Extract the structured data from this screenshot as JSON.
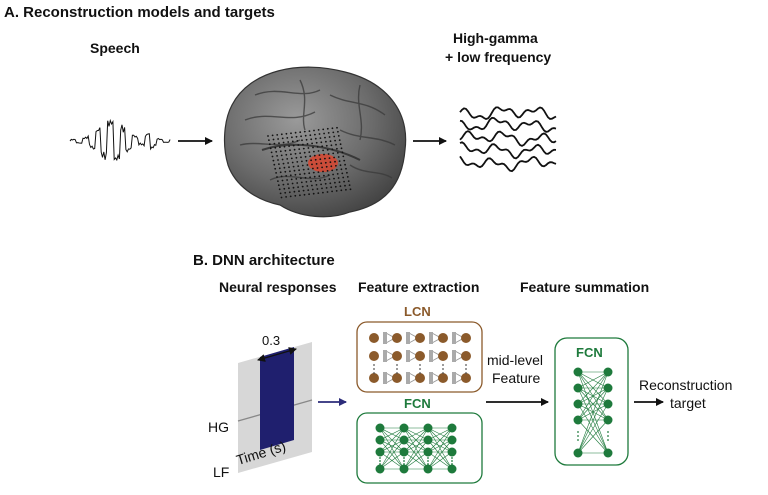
{
  "panel_a": {
    "title": "A. Reconstruction models and targets",
    "speech_label": "Speech",
    "neural_label_line1": "High-gamma",
    "neural_label_line2": "+ low frequency"
  },
  "panel_b": {
    "title": "B. DNN architecture",
    "col_neural": "Neural responses",
    "col_extraction": "Feature extraction",
    "col_summation": "Feature summation",
    "window_label": "0.3",
    "hg_label": "HG",
    "lf_label": "LF",
    "time_label": "Time (s)",
    "lcn_label": "LCN",
    "fcn_label_extraction": "FCN",
    "fcn_label_summation": "FCN",
    "mid_line1": "mid-level",
    "mid_line2": "Feature",
    "recon_line1": "Reconstruction",
    "recon_line2": "target"
  },
  "colors": {
    "lcn": "#8B5A2B",
    "fcn": "#1E7A3C",
    "window": "#1f1f6e",
    "arrow_blue": "#2c2c7a",
    "electrode_highlight": "#d9452f"
  }
}
